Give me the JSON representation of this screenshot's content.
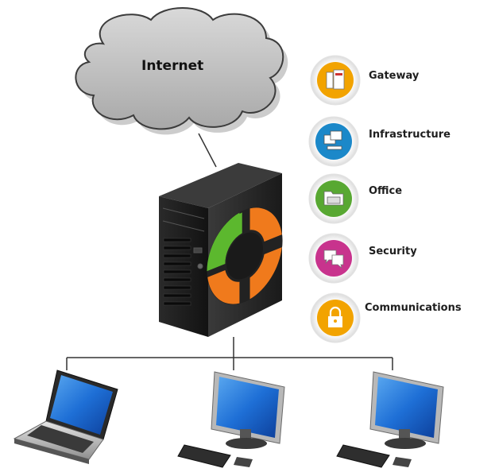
{
  "cloud": {
    "label": "Internet"
  },
  "modules": [
    {
      "label": "Gateway",
      "color": "#f2a300",
      "icon": "gateway-icon"
    },
    {
      "label": "Infrastructure",
      "color": "#1b88c9",
      "icon": "infrastructure-icon"
    },
    {
      "label": "Office",
      "color": "#58a832",
      "icon": "office-icon"
    },
    {
      "label": "Security",
      "color": "#c8338d",
      "icon": "security-icon"
    },
    {
      "label": "Communications",
      "color": "#f2a300",
      "icon": "lock-icon"
    }
  ],
  "server": {
    "accent_green": "#5cb82e",
    "accent_orange": "#f07a1c"
  },
  "clients": [
    {
      "type": "laptop",
      "icon": "laptop-icon"
    },
    {
      "type": "desktop",
      "icon": "desktop-monitor-icon"
    },
    {
      "type": "desktop",
      "icon": "desktop-monitor-icon"
    }
  ]
}
